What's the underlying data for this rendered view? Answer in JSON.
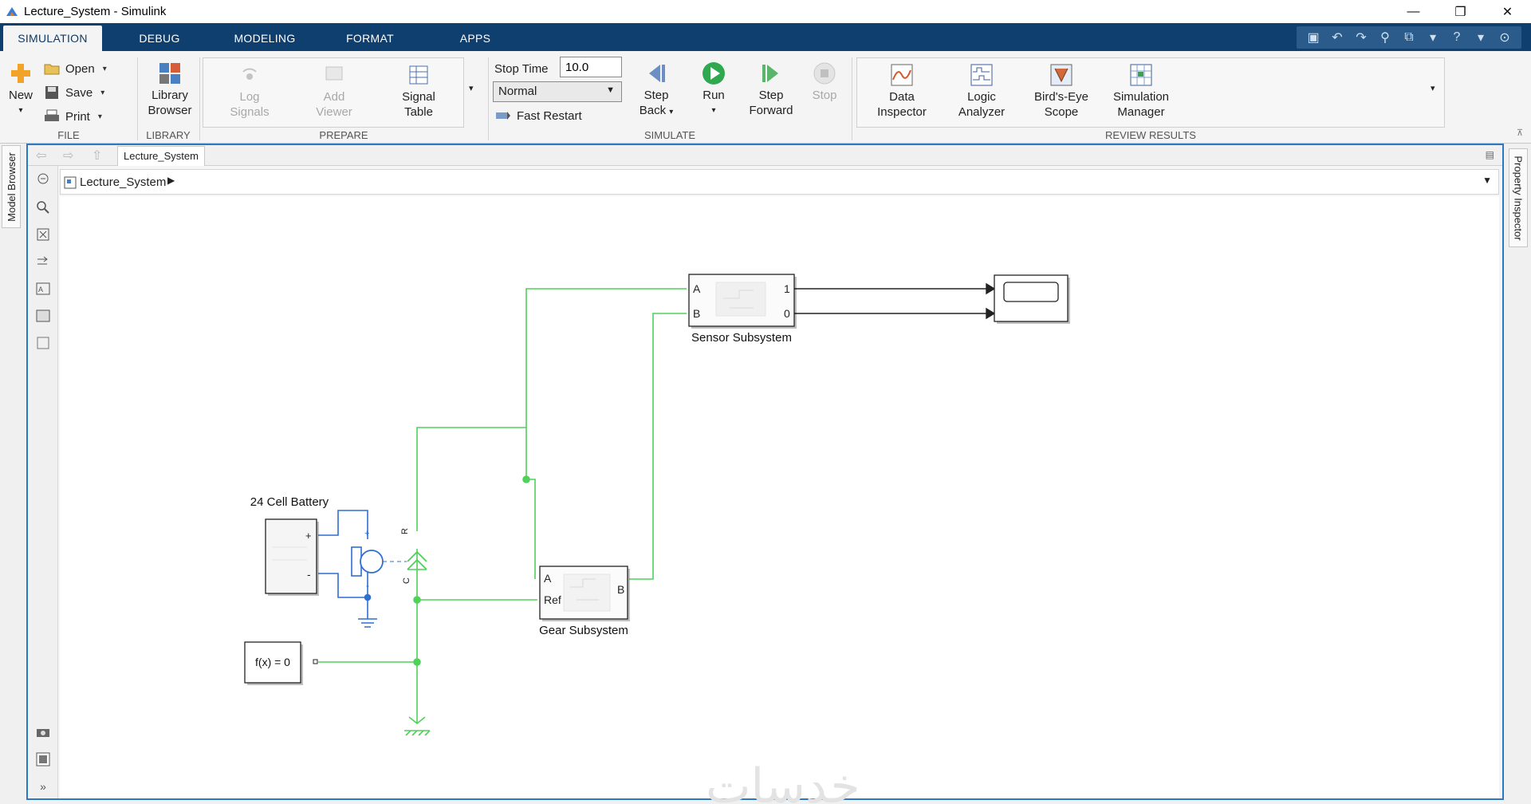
{
  "window": {
    "title": "Lecture_System - Simulink",
    "minimize": "—",
    "restore": "❐",
    "close": "✕"
  },
  "tabs": [
    "SIMULATION",
    "DEBUG",
    "MODELING",
    "FORMAT",
    "APPS"
  ],
  "ribbon": {
    "file": {
      "new": "New",
      "open": "Open",
      "save": "Save",
      "print": "Print",
      "label": "FILE"
    },
    "library": {
      "browser_line1": "Library",
      "browser_line2": "Browser",
      "label": "LIBRARY"
    },
    "prepare": {
      "log_line1": "Log",
      "log_line2": "Signals",
      "viewer_line1": "Add",
      "viewer_line2": "Viewer",
      "table_line1": "Signal",
      "table_line2": "Table",
      "label": "PREPARE"
    },
    "simulate": {
      "stop_time_label": "Stop Time",
      "stop_time_value": "10.0",
      "mode": "Normal",
      "fast_restart": "Fast Restart",
      "step_back_line1": "Step",
      "step_back_line2": "Back",
      "run": "Run",
      "step_fwd_line1": "Step",
      "step_fwd_line2": "Forward",
      "stop": "Stop",
      "label": "SIMULATE"
    },
    "review": {
      "data_line1": "Data",
      "data_line2": "Inspector",
      "logic_line1": "Logic",
      "logic_line2": "Analyzer",
      "birds_line1": "Bird's-Eye",
      "birds_line2": "Scope",
      "simmgr_line1": "Simulation",
      "simmgr_line2": "Manager",
      "label": "REVIEW RESULTS"
    }
  },
  "side_panels": {
    "left": "Model Browser",
    "right": "Property Inspector"
  },
  "editor": {
    "doc_tab": "Lecture_System",
    "breadcrumb": "Lecture_System"
  },
  "diagram": {
    "sensor": {
      "name": "Sensor Subsystem",
      "in_a": "A",
      "in_b": "B",
      "out_1": "1",
      "out_0": "0"
    },
    "gear": {
      "name": "Gear Subsystem",
      "in_a": "A",
      "in_ref": "Ref",
      "out_b": "B"
    },
    "battery": {
      "name": "24 Cell Battery",
      "plus": "+",
      "minus": "-"
    },
    "solver": {
      "name": "f(x) = 0"
    },
    "motor": {
      "plus": "+",
      "minus": "-"
    },
    "converter": {
      "r": "R",
      "c": "C"
    }
  },
  "watermark": "خدسات",
  "colors": {
    "accent": "#0e3f6f",
    "physical_line": "#4fd15a",
    "electrical_line": "#2f6fd0",
    "editor_border": "#2b79c5"
  }
}
